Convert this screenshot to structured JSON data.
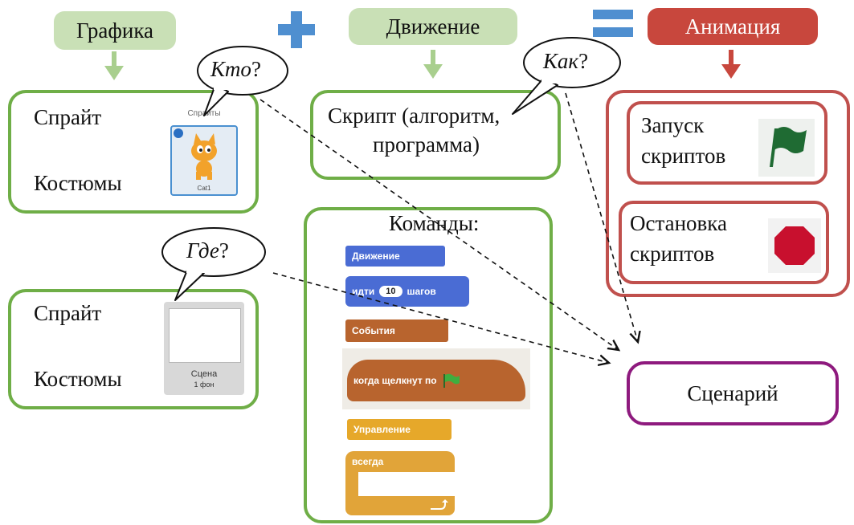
{
  "headers": {
    "graphics": "Графика",
    "motion": "Движение",
    "animation": "Анимация",
    "colors": {
      "green_fill": "#c9e0b6",
      "red_fill": "#c8473d",
      "plus": "#4f8fd0",
      "equals": "#4f8fd0"
    }
  },
  "bubbles": {
    "who": "Кто",
    "how": "Как",
    "where": "Где",
    "q": "?"
  },
  "sprite_box": {
    "sprite": "Спрайт",
    "costumes": "Костюмы",
    "panel_title": "Спрайты",
    "cat_label": "Cat1"
  },
  "stage_box": {
    "sprite": "Спрайт",
    "costumes": "Костюмы",
    "stage_label": "Сцена",
    "backdrop_count": "1 фон"
  },
  "script_box": {
    "line1": "Скрипт  (алгоритм,",
    "line2": "программа)"
  },
  "commands_box": {
    "title": "Команды:",
    "blocks": {
      "motion_category": "Движение",
      "move_prefix": "идти",
      "move_value": "10",
      "move_suffix": "шагов",
      "events_category": "События",
      "when_clicked": "когда щелкнут по",
      "control_category": "Управление",
      "forever": "всегда"
    }
  },
  "animation_box": {
    "start_line1": "Запуск",
    "start_line2": "скриптов",
    "stop_line1": "Остановка",
    "stop_line2": "скриптов"
  },
  "scenario": {
    "label": "Сценарий"
  }
}
